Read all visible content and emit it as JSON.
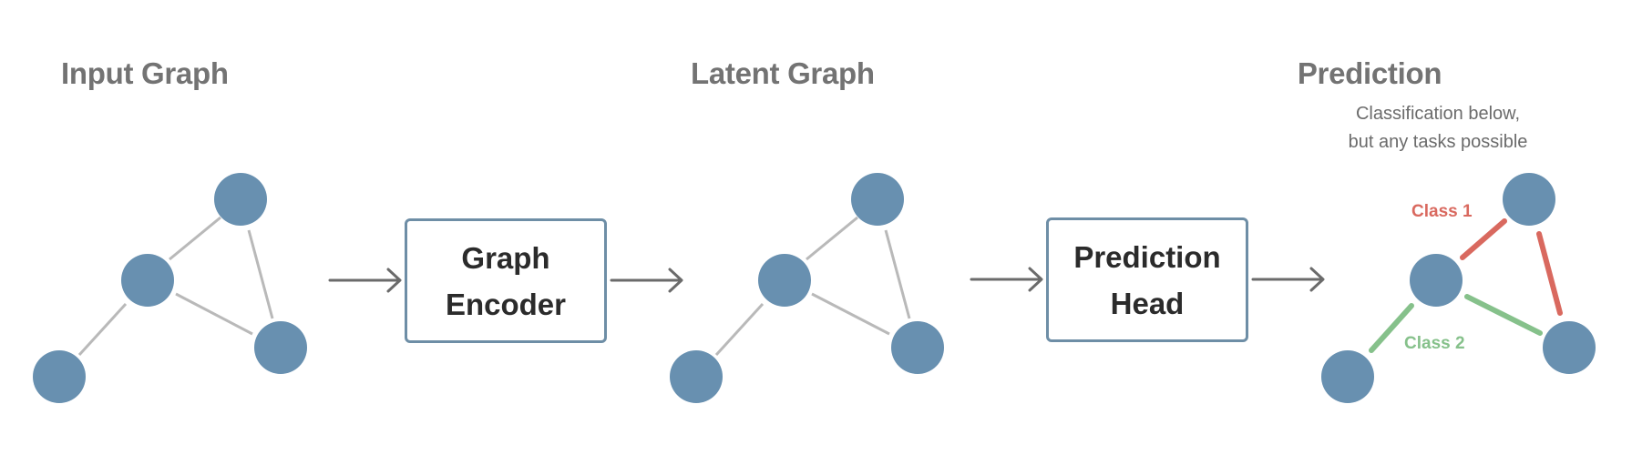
{
  "sections": {
    "input_title": "Input Graph",
    "latent_title": "Latent Graph",
    "prediction_title": "Prediction",
    "prediction_subtitle_1": "Classification below,",
    "prediction_subtitle_2": "but any tasks possible"
  },
  "blocks": {
    "encoder_line1": "Graph",
    "encoder_line2": "Encoder",
    "head_line1": "Prediction",
    "head_line2": "Head"
  },
  "classes": {
    "class1_label": "Class 1",
    "class2_label": "Class 2",
    "class1_color": "#d9695f",
    "class2_color": "#86c18b"
  },
  "colors": {
    "node": "#6890b0",
    "edge": "#b9b9b9",
    "arrow": "#6b6b6b",
    "block_border": "#6e8ea6",
    "title": "#737373"
  },
  "icons": {
    "arrow": "right-arrow-icon"
  }
}
